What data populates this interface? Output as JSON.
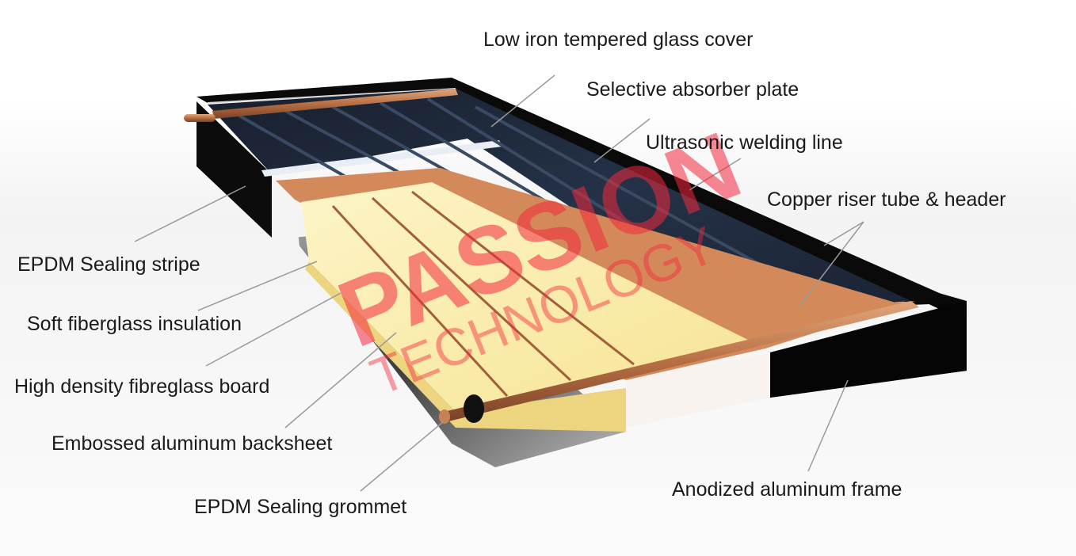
{
  "diagram": {
    "labels": {
      "glass_cover": "Low iron tempered glass cover",
      "absorber_plate": "Selective absorber plate",
      "welding_line": "Ultrasonic welding line",
      "riser_tube": "Copper riser tube  &  header",
      "sealing_stripe": "EPDM Sealing stripe",
      "soft_insulation": "Soft fiberglass insulation",
      "fibreglass_board": "High density fibreglass board",
      "backsheet": "Embossed aluminum backsheet",
      "sealing_grommet": "EPDM Sealing grommet",
      "frame": "Anodized aluminum frame"
    },
    "watermark": {
      "brand": "PASSION",
      "sub": "TECHNOLOGY"
    },
    "colors": {
      "glass": "#1b2638",
      "frame": "#060606",
      "copper": "#c8875a",
      "insulation": "#fbf0b2",
      "backsheet": "#6a6a6a",
      "leader": "#9a9a9a",
      "watermark": "#f3283c"
    }
  }
}
